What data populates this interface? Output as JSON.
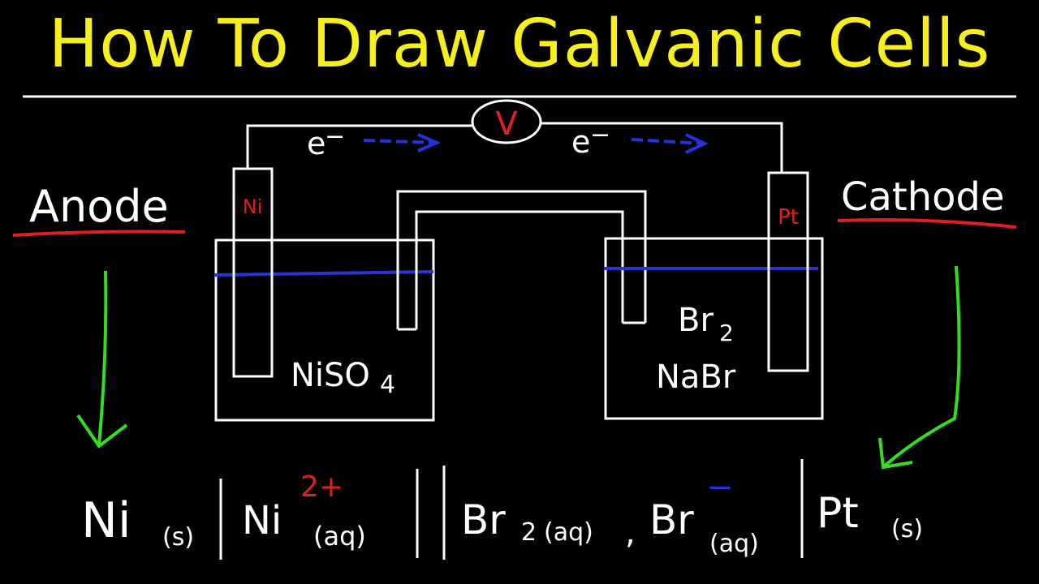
{
  "title": "How To Draw Galvanic Cells",
  "labels": {
    "anode": "Anode",
    "cathode": "Cathode",
    "voltmeter": "V",
    "electron_left": "e",
    "electron_right": "e",
    "electron_charge": "−"
  },
  "anode_cell": {
    "electrode": "Ni",
    "solution": "NiSO",
    "solution_sub": "4"
  },
  "cathode_cell": {
    "electrode": "Pt",
    "solution_line1": "Br",
    "solution_line1_sub": "2",
    "solution_line2": "NaBr"
  },
  "notation": {
    "anode_metal": "Ni",
    "anode_state": "(s)",
    "anode_ion": "Ni",
    "anode_ion_charge": "2+",
    "anode_ion_state": "(aq)",
    "cathode_species1": "Br",
    "cathode_species1_sub": "2",
    "cathode_species1_state": "(aq)",
    "comma": ",",
    "cathode_species2": "Br",
    "cathode_species2_charge": "−",
    "cathode_species2_state": "(aq)",
    "cathode_metal": "Pt",
    "cathode_state": "(s)"
  },
  "colors": {
    "title": "#f7ee1e",
    "chalk": "#ffffff",
    "underline": "#e0201e",
    "electrode_label": "#e0201e",
    "electron_arrow": "#2233dd",
    "solution_line": "#2a34d6",
    "pointer_arrow": "#33dd22",
    "charge": "#e0201e"
  }
}
